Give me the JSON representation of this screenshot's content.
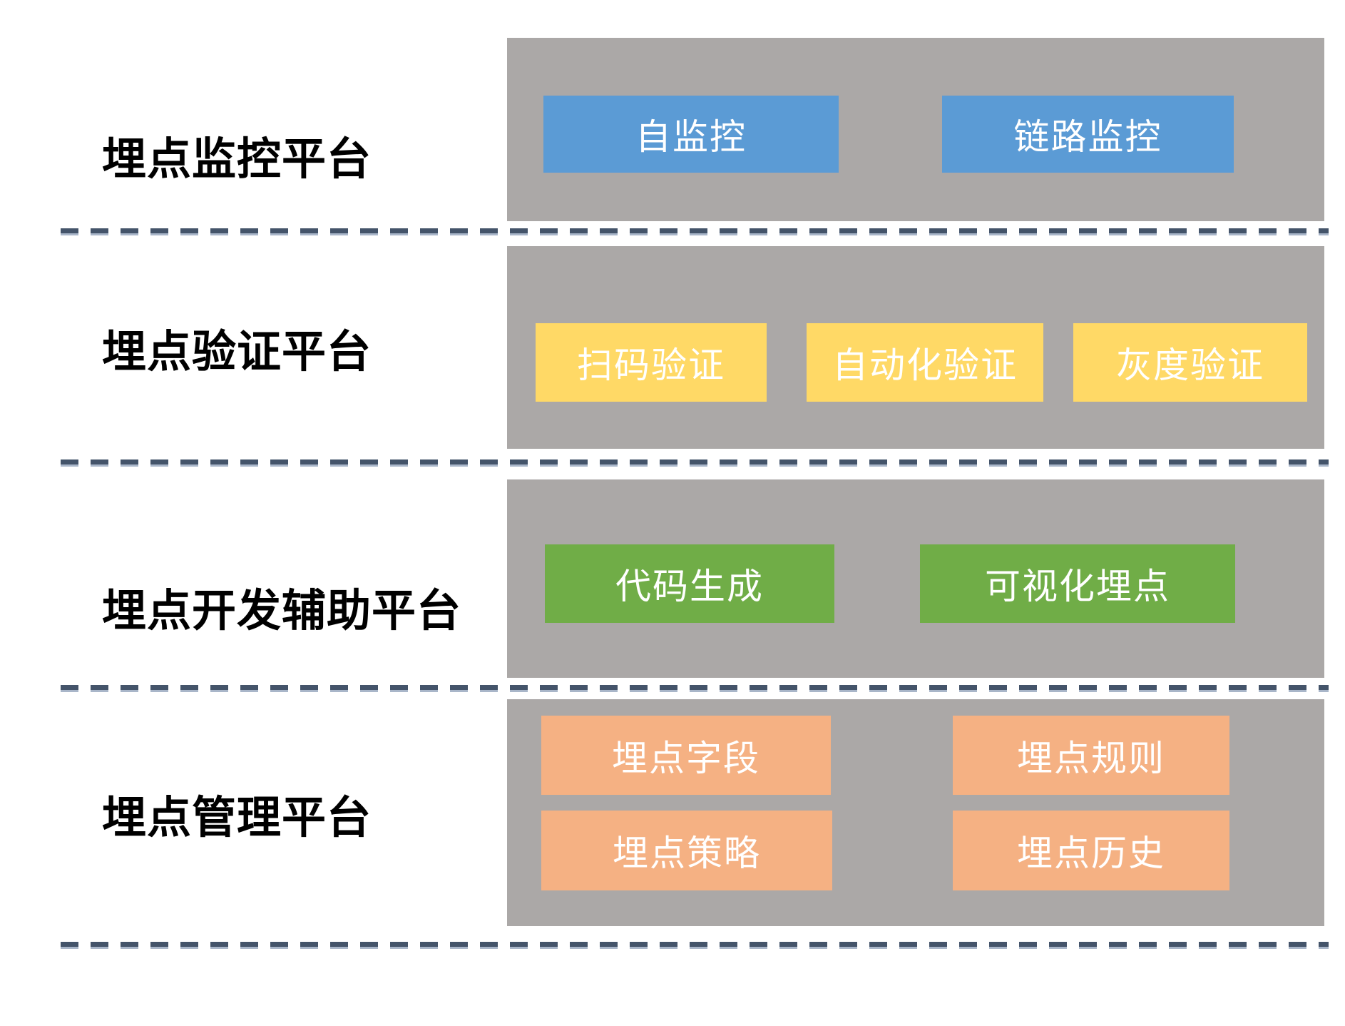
{
  "sections": [
    {
      "label": "埋点监控平台",
      "color": "#5B9BD5",
      "boxes": [
        {
          "label": "自监控"
        },
        {
          "label": "链路监控"
        }
      ]
    },
    {
      "label": "埋点验证平台",
      "color": "#FFD966",
      "boxes": [
        {
          "label": "扫码验证"
        },
        {
          "label": "自动化验证"
        },
        {
          "label": "灰度验证"
        }
      ]
    },
    {
      "label": "埋点开发辅助平台",
      "color": "#70AD47",
      "boxes": [
        {
          "label": "代码生成"
        },
        {
          "label": "可视化埋点"
        }
      ]
    },
    {
      "label": "埋点管理平台",
      "color": "#F5B183",
      "boxes": [
        {
          "label": "埋点字段"
        },
        {
          "label": "埋点规则"
        },
        {
          "label": "埋点策略"
        },
        {
          "label": "埋点历史"
        }
      ]
    }
  ],
  "colors": {
    "background": "#FFFFFF",
    "panel": "#ABA8A7",
    "divider": "#44546A",
    "divider_highlight": "#A9B6C9",
    "label_text": "#000000",
    "box_text": "#FFFFFF"
  }
}
